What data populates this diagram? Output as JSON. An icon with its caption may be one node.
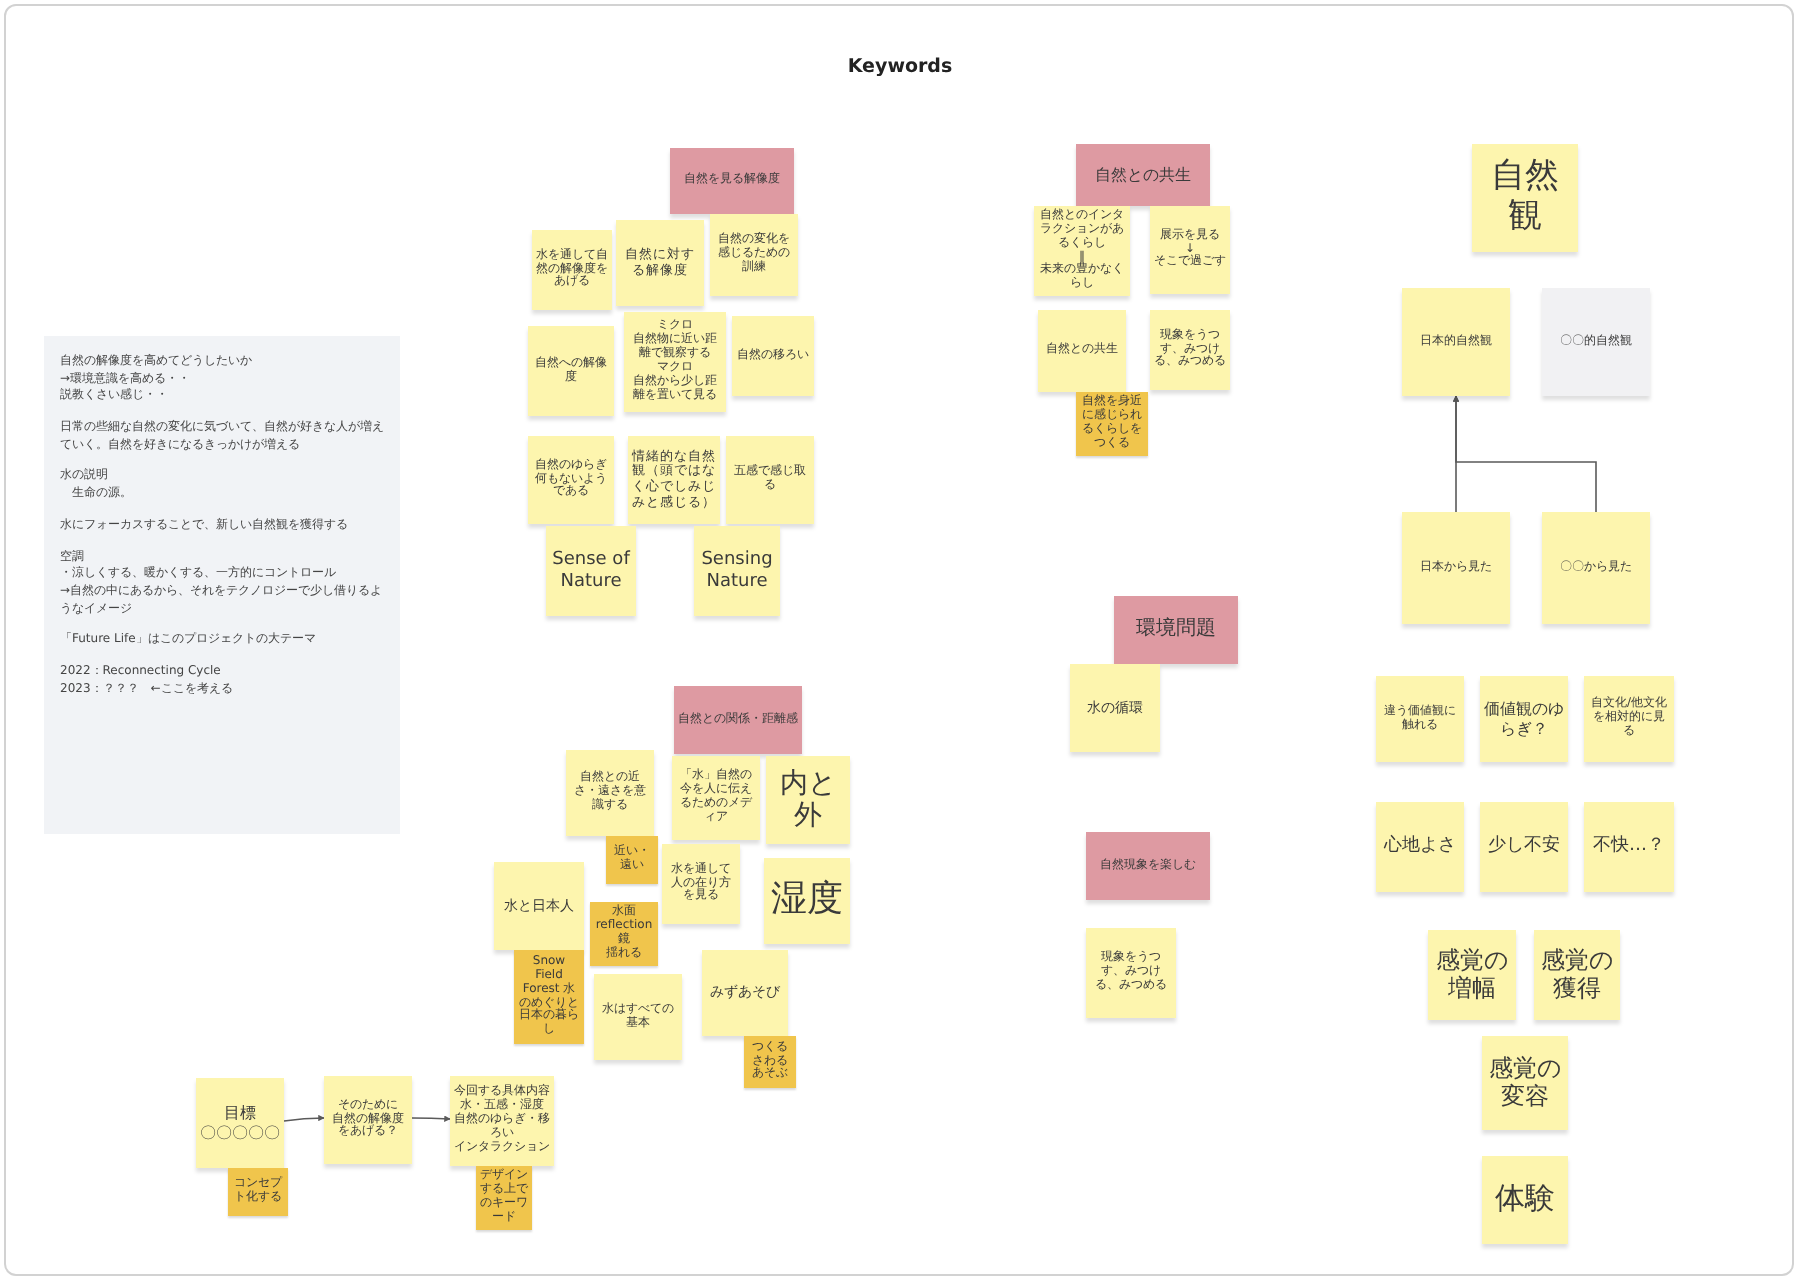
{
  "diagram": {
    "title": "Keywords",
    "nodes": [
      {
        "text": [
          "自然の解像度を高めてどうしたいか",
          "→環境意識を高める・・",
          "説教くさい感じ・・",
          "日常の些細な自然の変化に気づいて、自然が好きな人が増えていく。自然を好きになるきっかけが増える",
          "水の説明",
          "生命の源。",
          "水にフォーカスすることで、新しい自然観を獲得する",
          "空調",
          "・涼しくする、暖かくする、一方的にコントロール",
          "→自然の中にあるから、それをテクノロジーで少し借りるようなイメージ",
          "「Future Life」はこのプロジェクトの大テーマ",
          "2022：Reconnecting Cycle",
          "2023：？？？　←ここを考える"
        ]
      },
      {
        "text": [
          "自然を見る解像度"
        ]
      },
      {
        "text": [
          "水を通して自然の解像度をあげる"
        ]
      },
      {
        "text": [
          "自然に対する解像度"
        ]
      },
      {
        "text": [
          "自然の変化を感じるための訓練"
        ]
      },
      {
        "text": [
          "自然への解像度"
        ]
      },
      {
        "text": [
          "ミクロ",
          "自然物に近い距離で観察する",
          "マクロ",
          "自然から少し距離を置いて見る"
        ]
      },
      {
        "text": [
          "自然の移ろい"
        ]
      },
      {
        "text": [
          "自然のゆらぎ何もないようである"
        ]
      },
      {
        "text": [
          "情緒的な自然観（頭ではなく心でしみじみと感じる）"
        ]
      },
      {
        "text": [
          "五感で感じ取る"
        ]
      },
      {
        "text": [
          "Sense of Nature"
        ]
      },
      {
        "text": [
          "Sensing Nature"
        ]
      },
      {
        "text": [
          "自然との共生"
        ]
      },
      {
        "text": [
          "自然とのインタラクションがあるくらし",
          "‖",
          "未来の豊かなくらし"
        ]
      },
      {
        "text": [
          "展示を見る",
          "↓",
          "そこで過ごす"
        ]
      },
      {
        "text": [
          "自然との共生"
        ]
      },
      {
        "text": [
          "自然を身近に感じられるくらしをつくる"
        ]
      },
      {
        "text": [
          "現象をうつす、みつける、みつめる"
        ]
      },
      {
        "text": [
          "自然観"
        ]
      },
      {
        "text": [
          "日本的自然観"
        ]
      },
      {
        "text": [
          "〇〇的自然観"
        ]
      },
      {
        "text": [
          "日本から見た"
        ]
      },
      {
        "text": [
          "〇〇から見た"
        ]
      },
      {
        "text": [
          "違う価値観に触れる"
        ]
      },
      {
        "text": [
          "価値観のゆらぎ？"
        ]
      },
      {
        "text": [
          "自文化/他文化を相対的に見る"
        ]
      },
      {
        "text": [
          "心地よさ"
        ]
      },
      {
        "text": [
          "少し不安"
        ]
      },
      {
        "text": [
          "不快…？"
        ]
      },
      {
        "text": [
          "感覚の増幅"
        ]
      },
      {
        "text": [
          "感覚の獲得"
        ]
      },
      {
        "text": [
          "感覚の変容"
        ]
      },
      {
        "text": [
          "体験"
        ]
      },
      {
        "text": [
          "自然との関係・距離感"
        ]
      },
      {
        "text": [
          "自然との近さ・遠さを意識する"
        ]
      },
      {
        "text": [
          "近い・遠い"
        ]
      },
      {
        "text": [
          "「水」自然の今を人に伝えるためのメディア"
        ]
      },
      {
        "text": [
          "内と外"
        ]
      },
      {
        "text": [
          "水と日本人"
        ]
      },
      {
        "text": [
          "Snow Field Forest 水のめぐりと日本の暮らし"
        ]
      },
      {
        "text": [
          "水を通して人の在り方を見る"
        ]
      },
      {
        "text": [
          "水面",
          "reflection",
          "鏡",
          "揺れる"
        ]
      },
      {
        "text": [
          "湿度"
        ]
      },
      {
        "text": [
          "水はすべての基本"
        ]
      },
      {
        "text": [
          "みずあそび"
        ]
      },
      {
        "text": [
          "つくる",
          "さわる",
          "あそぶ"
        ]
      },
      {
        "text": [
          "環境問題"
        ]
      },
      {
        "text": [
          "水の循環"
        ]
      },
      {
        "text": [
          "自然現象を楽しむ"
        ]
      },
      {
        "text": [
          "現象をうつす、みつける、みつめる"
        ]
      },
      {
        "text": [
          "目標",
          "〇〇〇〇〇"
        ]
      },
      {
        "text": [
          "コンセプト化する"
        ]
      },
      {
        "text": [
          "そのために",
          "自然の解像度をあげる？"
        ]
      },
      {
        "text": [
          "今回する具体内容",
          "水・五感・湿度",
          "自然のゆらぎ・移ろい",
          "インタラクション"
        ]
      },
      {
        "text": [
          "デザインする上でのキーワード"
        ]
      }
    ],
    "edges": [
      {
        "from": 22,
        "to": 20,
        "arrow": "to"
      },
      {
        "from": 23,
        "to": 20,
        "arrow": "to"
      },
      {
        "from": 51,
        "to": 53,
        "arrow": "to"
      },
      {
        "from": 53,
        "to": 54,
        "arrow": "to"
      }
    ]
  }
}
